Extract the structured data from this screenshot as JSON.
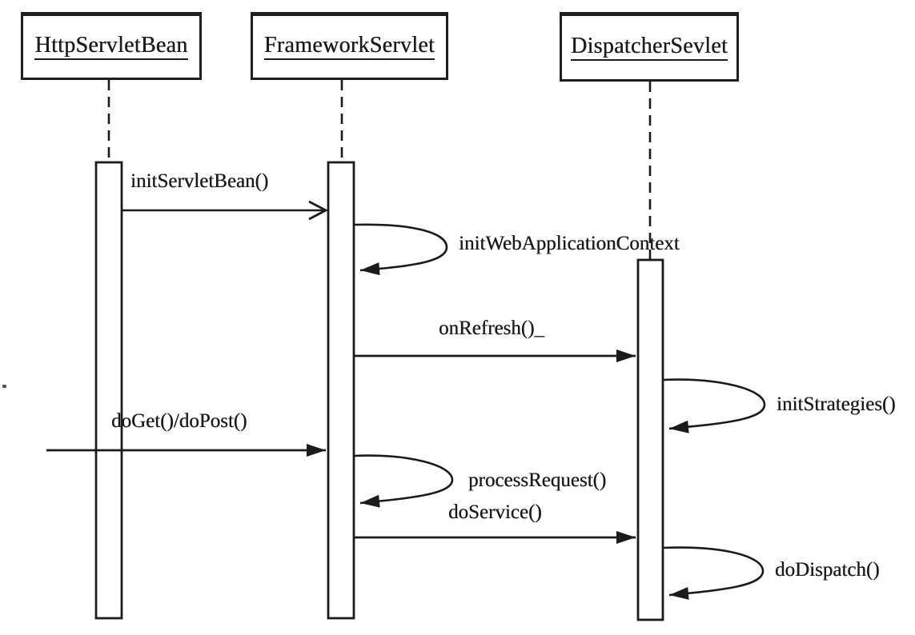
{
  "style": {
    "background_color": "#ffffff",
    "ink_color": "#1b1b1b"
  },
  "lifelines": [
    {
      "name": "HttpServletBean"
    },
    {
      "name": "FrameworkServlet"
    },
    {
      "name": "DispatcherSevlet"
    }
  ],
  "messages": [
    {
      "label": "initServletBean()",
      "from": "HttpServletBean",
      "to": "FrameworkServlet",
      "arrow": "open"
    },
    {
      "label": "initWebApplicationContext",
      "from": "FrameworkServlet",
      "to": "FrameworkServlet",
      "arrow": "self"
    },
    {
      "label": "onRefresh()_",
      "from": "FrameworkServlet",
      "to": "DispatcherSevlet",
      "arrow": "filled"
    },
    {
      "label": "initStrategies()",
      "from": "DispatcherSevlet",
      "to": "DispatcherSevlet",
      "arrow": "self"
    },
    {
      "label": "doGet()/doPost()",
      "from": "external-left",
      "to": "FrameworkServlet",
      "arrow": "filled"
    },
    {
      "label": "processRequest()",
      "from": "FrameworkServlet",
      "to": "FrameworkServlet",
      "arrow": "self"
    },
    {
      "label": "doService()",
      "from": "FrameworkServlet",
      "to": "DispatcherSevlet",
      "arrow": "filled"
    },
    {
      "label": "doDispatch()",
      "from": "DispatcherSevlet",
      "to": "DispatcherSevlet",
      "arrow": "self"
    }
  ]
}
